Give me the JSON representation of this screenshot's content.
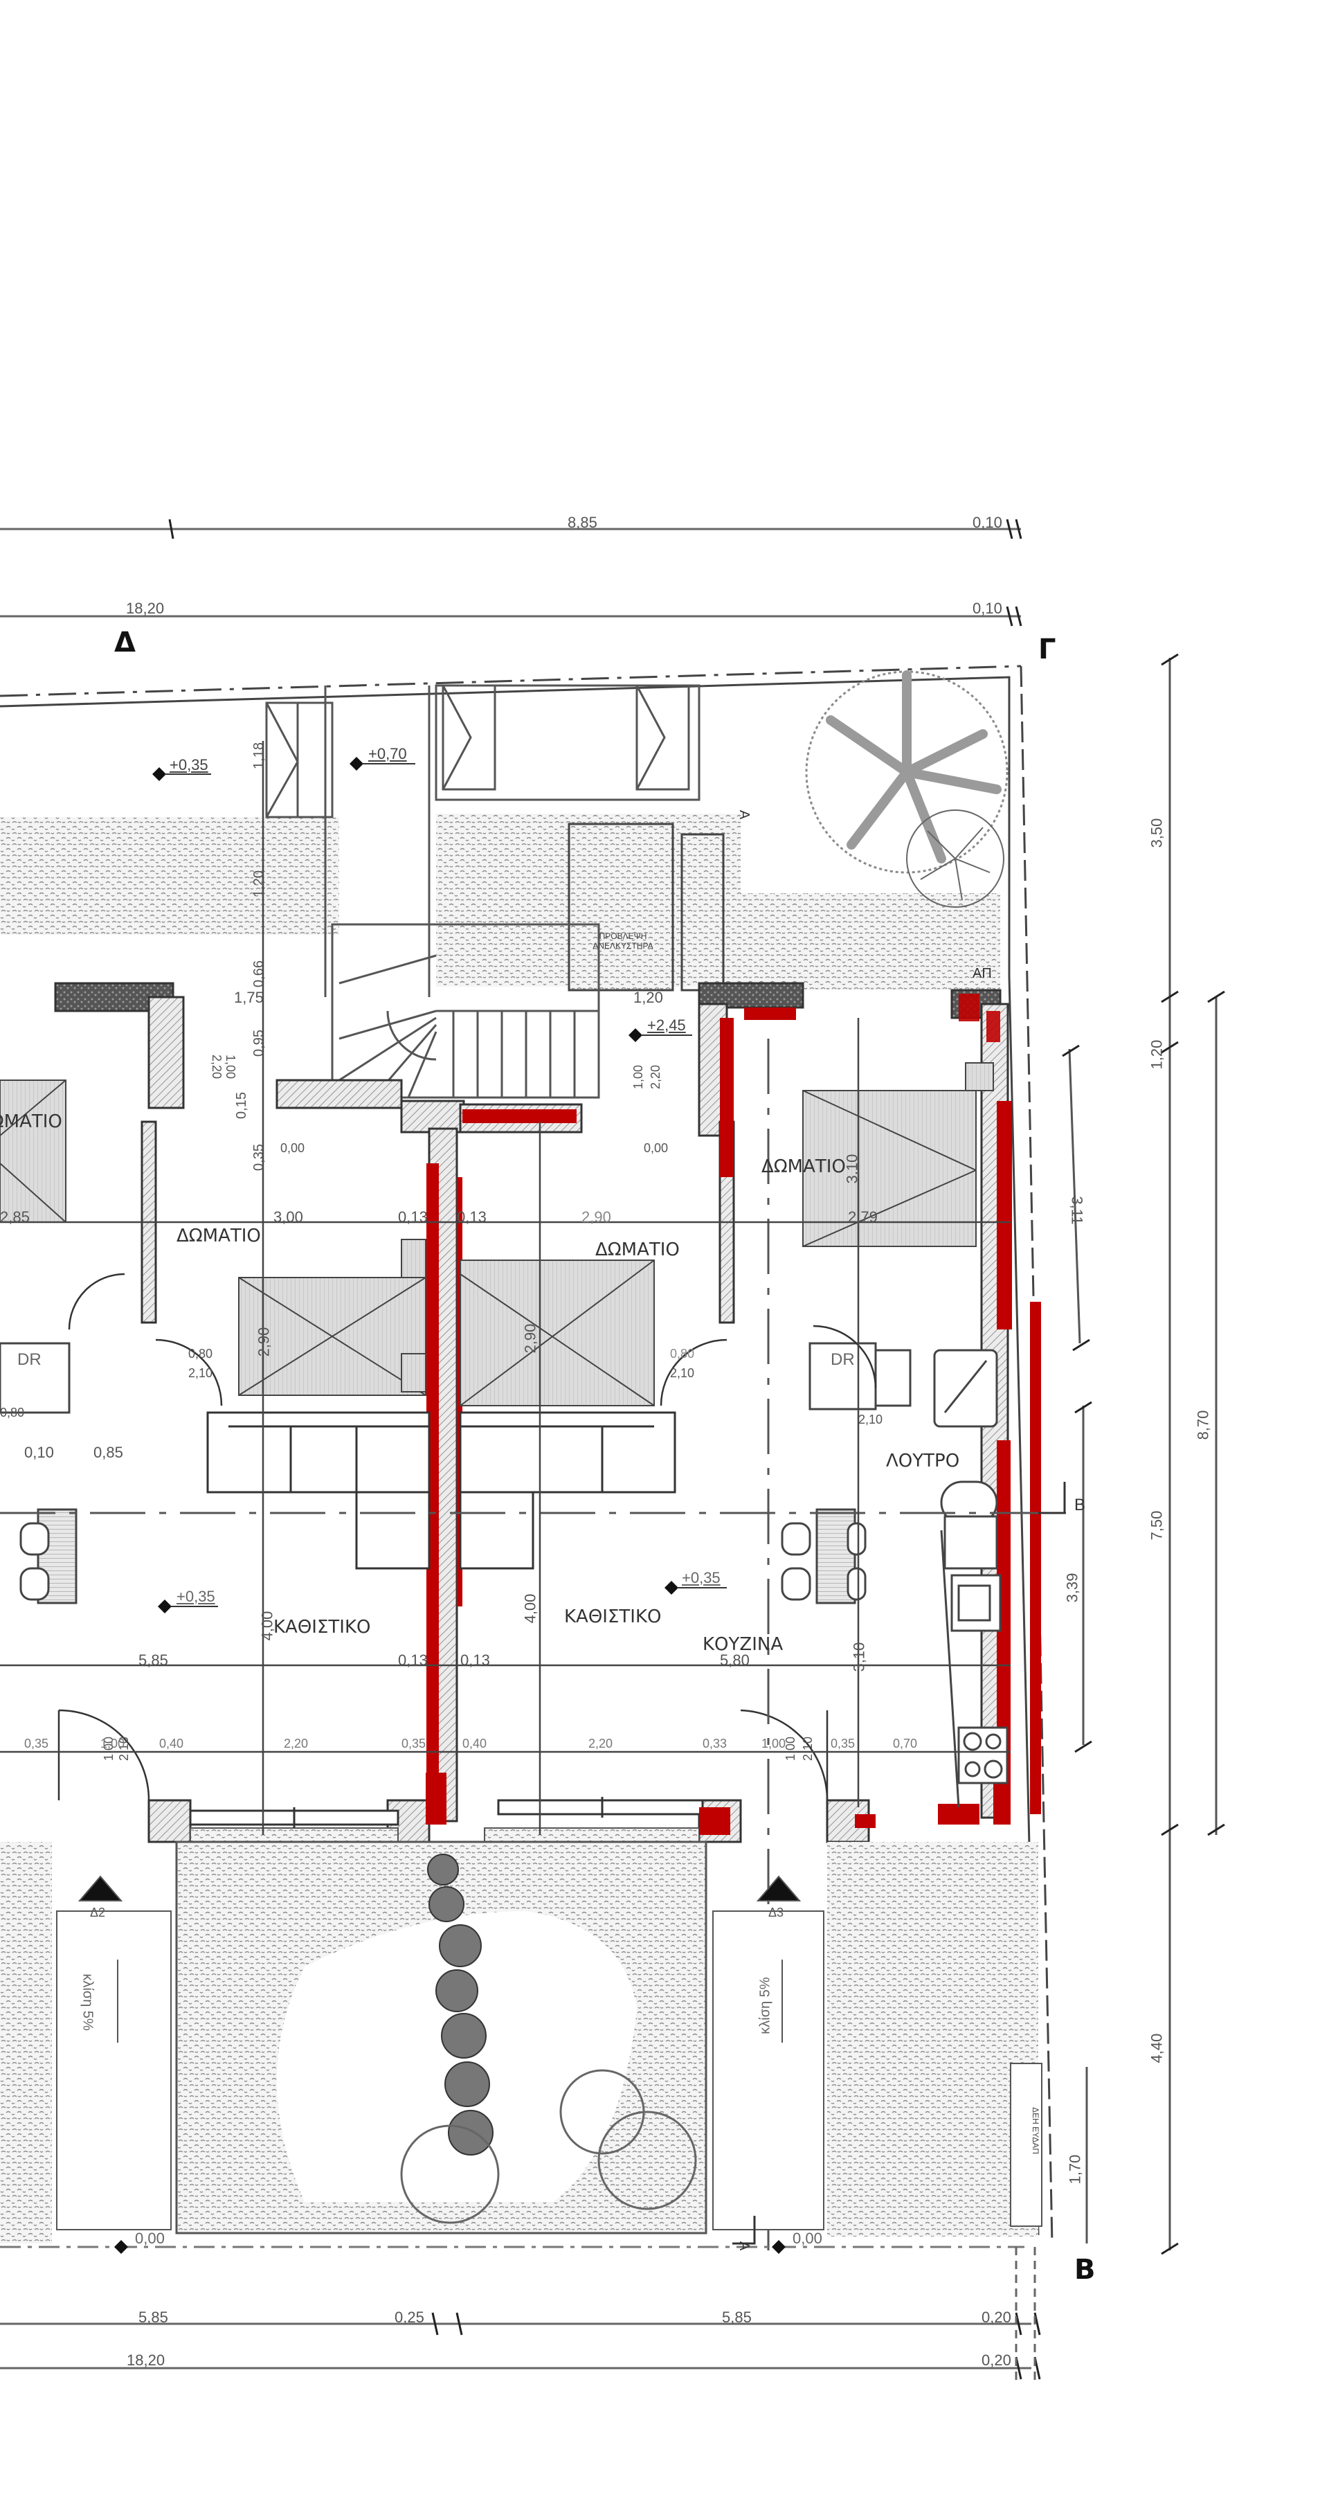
{
  "drawing": {
    "type": "architectural floor plan",
    "corners": {
      "top_left": "Δ",
      "top_right": "Γ",
      "bottom_right": "Β",
      "section_b": "Β",
      "section_a_top": "Α",
      "section_a_bottom": "Α"
    },
    "top_dimensions": {
      "row1": {
        "main": "8,85",
        "end": "0,10"
      },
      "row2": {
        "main": "18,20",
        "end": "0,10"
      }
    },
    "bottom_dimensions": {
      "row1": {
        "left": "5,85",
        "mid": "0,25",
        "right": "5,85",
        "end": "0,20"
      },
      "row2": {
        "main": "18,20",
        "end": "0,20"
      }
    },
    "right_dimensions": {
      "outer": {
        "top": "3,50",
        "middle": "1,20",
        "total_750": "7,50",
        "bottom": "4,40",
        "total_870": "8,70"
      },
      "inner": {
        "upper": "3,11",
        "lower": "3,39",
        "parking": "1,70"
      }
    },
    "levels": {
      "yard_left": "+0,35",
      "stair_landing": "+0,70",
      "upper_landing": "+2,45",
      "living_left": "+0,35",
      "living_right": "+0,35",
      "ground_left": "0,00",
      "ground_right": "0,00"
    },
    "rooms": {
      "bedroom_far_left": "ΔΩΜΑΤΙΟ",
      "bedroom_left": "ΔΩΜΑΤΙΟ",
      "bedroom_center": "ΔΩΜΑΤΙΟ",
      "bedroom_right": "ΔΩΜΑΤΙΟ",
      "living_left": "ΚΑΘΙΣΤΙΚΟ",
      "living_right": "ΚΑΘΙΣΤΙΚΟ",
      "kitchen": "ΚΟΥΖΙΝΑ",
      "bathroom": "ΛΟΥΤΡΟ",
      "dressing": "DR",
      "dressing_right": "DR",
      "storage": "ΑΠ",
      "water_tank": "ΠΡΟΒΛΕΨΗ ΑΝΕΛΚΥΣΤΗΡΑ",
      "meter": "ΔΕΗ ΕΥΔΑΠ"
    },
    "room_dimensions": {
      "bedroom_left_w": "3,00",
      "bedroom_left_h": "2,90",
      "bedroom_center_w": "2,90",
      "bedroom_center_h": "2,90",
      "bedroom_right_w": "2,79",
      "bedroom_right_h": "3,10",
      "far_left_w": "2,85",
      "wall_a": "0,13",
      "wall_b": "0,13",
      "wall_c": "0,13",
      "wall_d": "0,13",
      "living_left_w": "5,85",
      "living_right_w": "5,80",
      "living_left_h": "4,00",
      "living_right_h": "4,00",
      "kitchen_h": "3,10",
      "stair_w": "1,20",
      "landing_w": "1,75"
    },
    "left_vertical_dims": [
      "1,18",
      "1,20",
      "0,66",
      "0,95",
      "0,15",
      "0,35"
    ],
    "opening_dims": {
      "window_a": {
        "w": "1,00",
        "h": "2,20"
      },
      "window_b": {
        "w": "1,00",
        "h": "2,20"
      },
      "door_bed_l": {
        "w": "0,80",
        "h": "2,10"
      },
      "door_bed_c": {
        "w": "0,80",
        "h": "2,10"
      },
      "door_dr_l": {
        "w": "0,80",
        "h": "2,10"
      },
      "door_dr_r": {
        "w": "0,80",
        "h": "2,10"
      },
      "sill": "0,10",
      "entry_door": {
        "w": "1,00",
        "h": "2,10"
      },
      "entry_door_r": {
        "w": "1,00",
        "h": "2,10"
      },
      "front_segments_left": [
        "0,35",
        "1,00",
        "0,40",
        "2,20",
        "0,35"
      ],
      "front_segments_right": [
        "0,40",
        "2,20",
        "0,33",
        "1,00",
        "0,35",
        "0,70"
      ],
      "small_a": "0,10",
      "small_b": "0,85",
      "small_c": "0,80"
    },
    "ramps": {
      "left": {
        "label": "κλίση 5%",
        "marker": "Δ2"
      },
      "right": {
        "label": "κλίση 5%",
        "marker": "Δ3"
      }
    },
    "bottom_levels": {
      "left": "0,00",
      "right": "0,00"
    },
    "colors": {
      "line": "#333333",
      "hatch_gray": "#bdbdbd",
      "paving": "#d9d9d9",
      "red_highlight": "#c00000",
      "tree_gray": "#8a8a8a",
      "background": "#ffffff"
    }
  }
}
